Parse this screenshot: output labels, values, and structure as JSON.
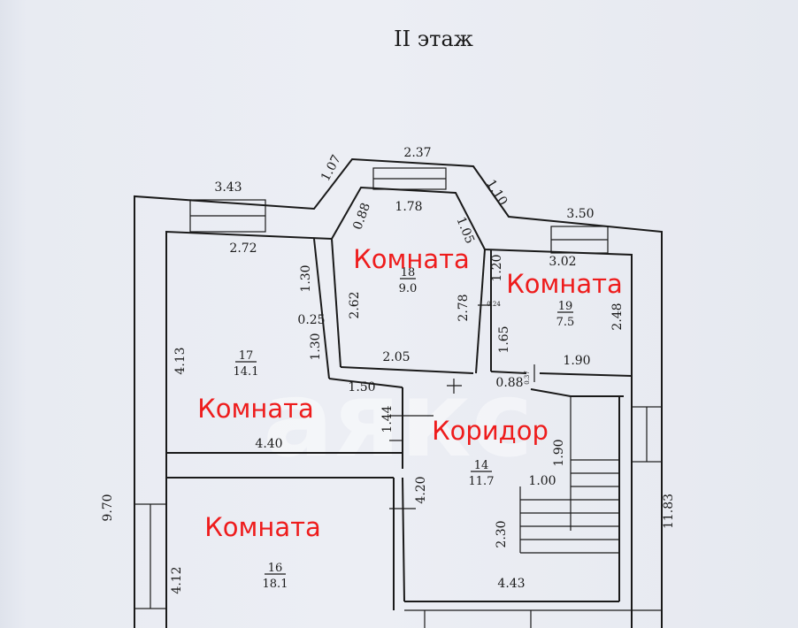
{
  "title": "II этаж",
  "watermark": "аякс",
  "room_label_color": "#ee1c1c",
  "rooms": [
    {
      "name": "Комната",
      "number": "18",
      "area": "9.0"
    },
    {
      "name": "Комната",
      "number": "19",
      "area": "7.5"
    },
    {
      "name": "Комната",
      "number": "17",
      "area": "14.1"
    },
    {
      "name": "Коридор",
      "number": "14",
      "area": "11.7"
    },
    {
      "name": "Комната",
      "number": "16",
      "area": "18.1"
    }
  ],
  "dimensions": {
    "d_237": "2.37",
    "d_107": "1.07",
    "d_110": "1.10",
    "d_343": "3.43",
    "d_350": "3.50",
    "d_088a": "0.88",
    "d_178": "1.78",
    "d_105": "1.05",
    "d_272": "2.72",
    "d_130a": "1.30",
    "d_262": "2.62",
    "d_278": "2.78",
    "d_120": "1.20",
    "d_302": "3.02",
    "d_024": "0.24",
    "d_248": "2.48",
    "d_025": "0.25",
    "d_130b": "1.30",
    "d_413": "4.13",
    "d_205": "2.05",
    "d_165": "1.65",
    "d_190a": "1.90",
    "d_150": "1.50",
    "d_088b": "0.88",
    "d_037": "0.37",
    "d_144": "1.44",
    "d_440": "4.40",
    "d_190b": "1.90",
    "d_100": "1.00",
    "d_420": "4.20",
    "d_970": "9.70",
    "d_1183": "11.83",
    "d_230": "2.30",
    "d_412": "4.12",
    "d_443": "4.43"
  }
}
